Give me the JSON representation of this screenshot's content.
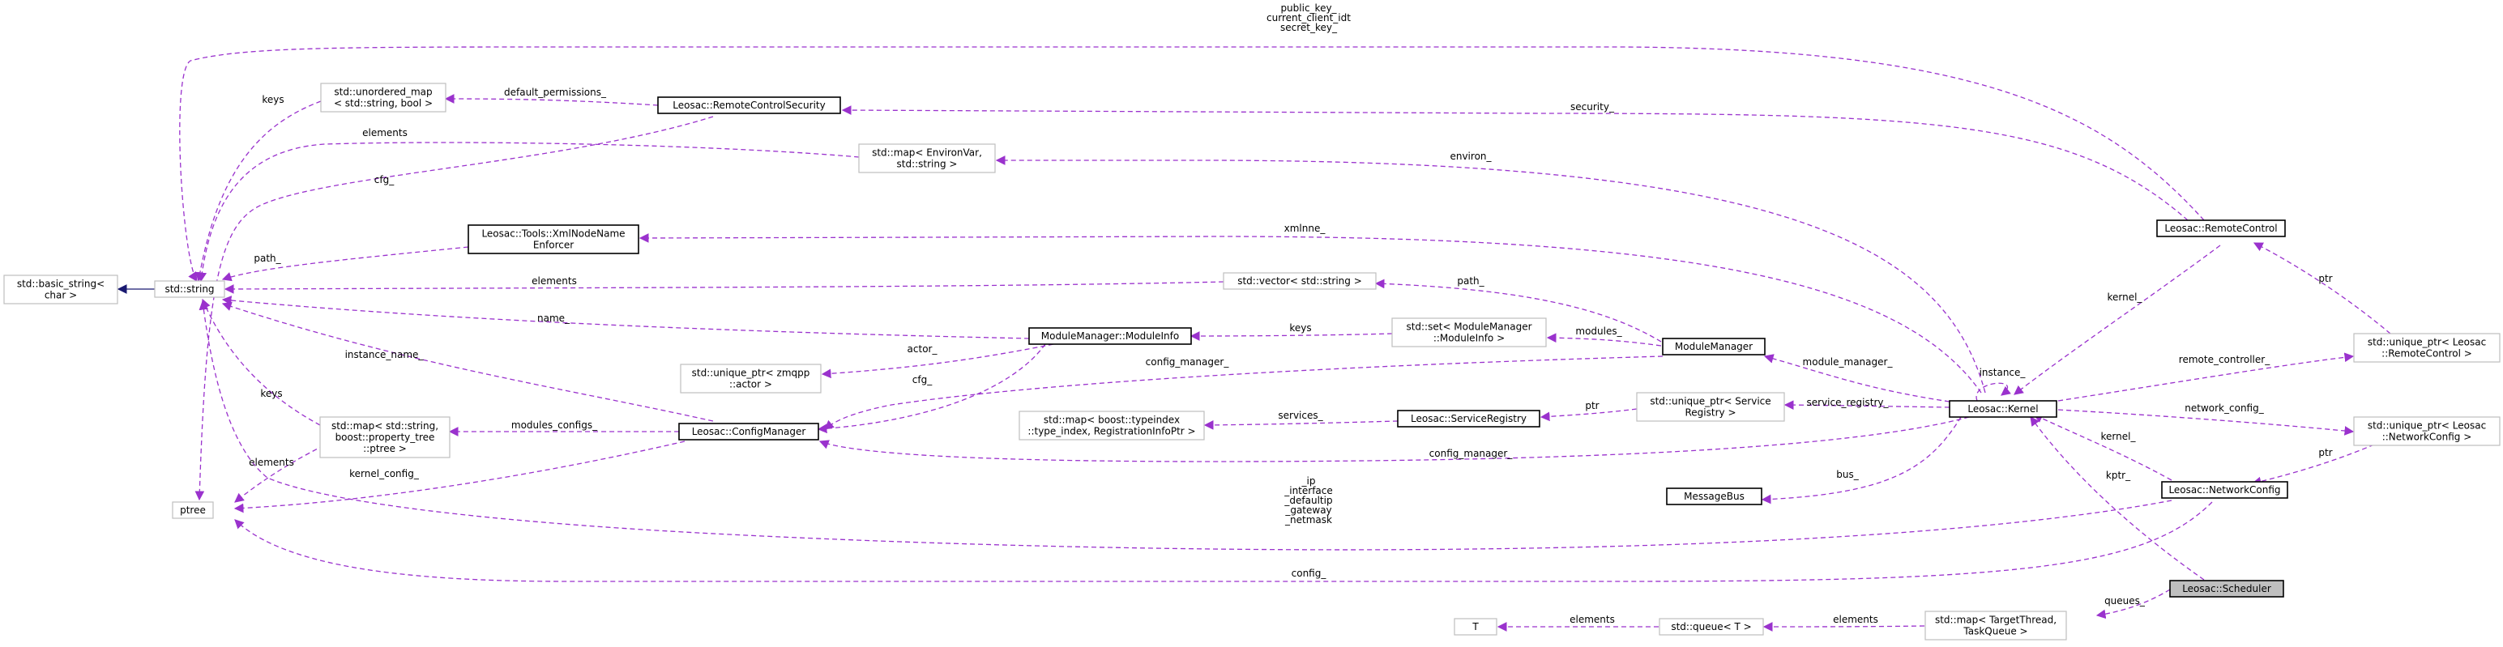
{
  "colors": {
    "edge": "#9a32cd",
    "inherit_edge": "#191970",
    "node_border_ext": "#bfbfbf",
    "node_border": "#000000",
    "current_fill": "#bfbfbf"
  },
  "nodes": {
    "std_basic_string": [
      "std::basic_string<",
      "char >"
    ],
    "std_string": [
      "std::string"
    ],
    "ptree": [
      "ptree"
    ],
    "unordered_map": [
      "std::unordered_map",
      "< std::string, bool >"
    ],
    "remote_control_security": [
      "Leosac::RemoteControlSecurity"
    ],
    "map_environvar": [
      "std::map< EnvironVar,",
      "std::string >"
    ],
    "xml_node_name_enforcer": [
      "Leosac::Tools::XmlNode​Name",
      "Enforcer"
    ],
    "vector_string": [
      "std::vector< std::string >"
    ],
    "module_info": [
      "ModuleManager::ModuleInfo"
    ],
    "unique_ptr_actor": [
      "std::unique_ptr< zmqpp",
      "::actor >"
    ],
    "map_ptree": [
      "std::map< std::string,",
      "boost::property_tree",
      "::ptree >"
    ],
    "config_manager": [
      "Leosac::ConfigManager"
    ],
    "map_typeindex": [
      "std::map< boost::typeindex",
      "::type_index, RegistrationInfoPtr >"
    ],
    "set_moduleinfo": [
      "std::set< ModuleManager",
      "::ModuleInfo >"
    ],
    "module_manager": [
      "ModuleManager"
    ],
    "service_registry": [
      "Leosac::ServiceRegistry"
    ],
    "unique_ptr_service_registry": [
      "std::unique_ptr< Service",
      "Registry >"
    ],
    "message_bus": [
      "MessageBus"
    ],
    "kernel": [
      "Leosac::Kernel"
    ],
    "remote_control": [
      "Leosac::RemoteControl"
    ],
    "unique_ptr_remote_control": [
      "std::unique_ptr< Leosac",
      "::RemoteControl >"
    ],
    "unique_ptr_network_config": [
      "std::unique_ptr< Leosac",
      "::NetworkConfig >"
    ],
    "network_config": [
      "Leosac::NetworkConfig"
    ],
    "scheduler": [
      "Leosac::Scheduler"
    ],
    "map_targetthread": [
      "std::map< TargetThread,",
      "TaskQueue >"
    ],
    "queue_t": [
      "std::queue< T >"
    ],
    "t": [
      "T"
    ]
  },
  "edge_labels": {
    "rc_to_string": [
      "public_key_",
      "current_client_idt",
      "secret_key_"
    ],
    "unordered_map_keys": [
      "keys"
    ],
    "default_permissions": [
      "default_permissions_"
    ],
    "security": [
      "security_"
    ],
    "environvar_elements": [
      "elements"
    ],
    "environ": [
      "environ_"
    ],
    "cfg_rcs": [
      "cfg_"
    ],
    "xml_path": [
      "path_"
    ],
    "xmlnne": [
      "xmlnne_"
    ],
    "vector_elements": [
      "elements"
    ],
    "mm_path": [
      "path_"
    ],
    "name": [
      "name_"
    ],
    "set_keys": [
      "keys"
    ],
    "modules": [
      "modules_"
    ],
    "actor": [
      "actor_"
    ],
    "cfg_mi": [
      "cfg_"
    ],
    "instance_name": [
      "instance_name_"
    ],
    "map_ptree_keys": [
      "keys"
    ],
    "modules_configs": [
      "modules_configs_"
    ],
    "map_ptree_elements": [
      "elements"
    ],
    "kernel_config": [
      "kernel_config_"
    ],
    "config_manager_mm": [
      "config_manager_"
    ],
    "services": [
      "services_"
    ],
    "ptr_sr": [
      "ptr"
    ],
    "service_registry": [
      "service_registry_"
    ],
    "module_manager": [
      "module_manager_"
    ],
    "instance": [
      "instance_"
    ],
    "config_manager_k": [
      "config_manager_"
    ],
    "bus": [
      "bus_"
    ],
    "kernel_rc": [
      "kernel_"
    ],
    "ptr_rc": [
      "ptr"
    ],
    "remote_controller": [
      "remote_controller_"
    ],
    "network_config": [
      "network_config_"
    ],
    "kernel_nc": [
      "kernel_"
    ],
    "ptr_nc": [
      "ptr"
    ],
    "kptr": [
      "kptr_"
    ],
    "nc_to_string": [
      "_ip",
      "_interface",
      "_defaultip",
      "_gateway",
      "_netmask"
    ],
    "config_nc": [
      "config_"
    ],
    "queues": [
      "queues_"
    ],
    "map_tt_elements": [
      "elements"
    ],
    "queue_elements": [
      "elements"
    ]
  }
}
